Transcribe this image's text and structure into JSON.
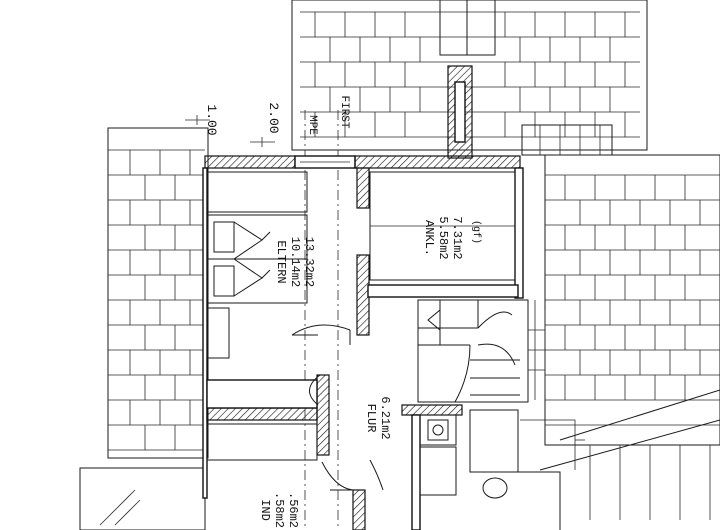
{
  "labels": {
    "dim_1": "1.00",
    "dim_2": "2.00",
    "pumpe": "MPE",
    "first": "FIRST",
    "eltern_name": "ELTERN",
    "eltern_a1": "10.14m2",
    "eltern_a2": "13.32m2",
    "ankl_name": "ANKL.",
    "ankl_a1": "5.58m2",
    "ankl_a2": "7.31m2",
    "ankl_note": "(gf)",
    "flur_name": "FLUR",
    "flur_a1": "6.21m2",
    "kind_name": "IND",
    "kind_a1": ".58m2",
    "kind_a2": ".56m2"
  }
}
